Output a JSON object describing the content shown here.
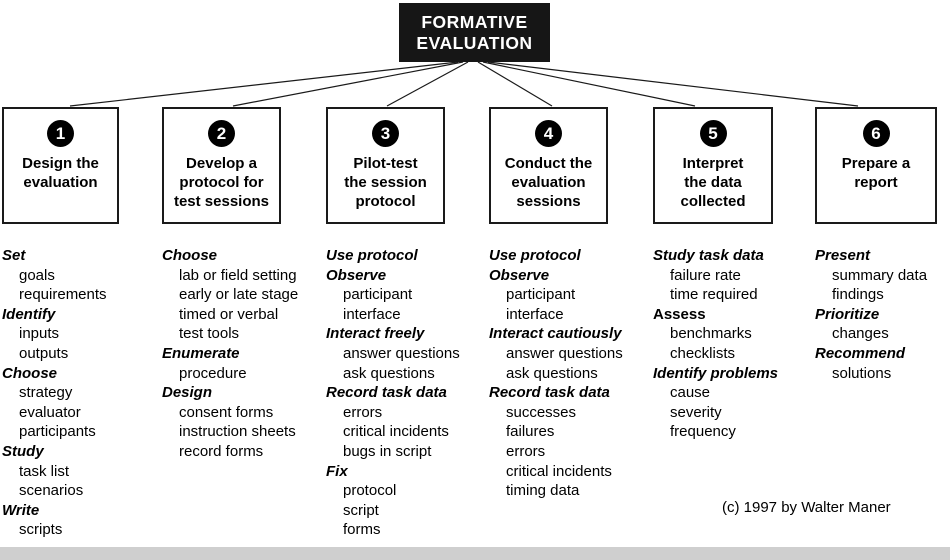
{
  "root": {
    "title": "FORMATIVE\nEVALUATION"
  },
  "steps": [
    {
      "number": "1",
      "title": "Design the\nevaluation",
      "items": [
        {
          "text": "Set",
          "level": "header",
          "italic": true
        },
        {
          "text": "goals",
          "level": "sub"
        },
        {
          "text": "requirements",
          "level": "sub"
        },
        {
          "text": "Identify",
          "level": "header",
          "italic": true
        },
        {
          "text": "inputs",
          "level": "sub"
        },
        {
          "text": "outputs",
          "level": "sub"
        },
        {
          "text": "Choose",
          "level": "header",
          "italic": true
        },
        {
          "text": "strategy",
          "level": "sub"
        },
        {
          "text": "evaluator",
          "level": "sub"
        },
        {
          "text": "participants",
          "level": "sub"
        },
        {
          "text": "Study",
          "level": "header",
          "italic": true
        },
        {
          "text": "task list",
          "level": "sub"
        },
        {
          "text": "scenarios",
          "level": "sub"
        },
        {
          "text": "Write",
          "level": "header",
          "italic": true
        },
        {
          "text": "scripts",
          "level": "sub"
        }
      ]
    },
    {
      "number": "2",
      "title": "Develop a\nprotocol for\ntest sessions",
      "items": [
        {
          "text": "Choose",
          "level": "header",
          "italic": true
        },
        {
          "text": "lab or field setting",
          "level": "sub"
        },
        {
          "text": "early or late stage",
          "level": "sub"
        },
        {
          "text": "timed or verbal",
          "level": "sub"
        },
        {
          "text": "test tools",
          "level": "sub"
        },
        {
          "text": "Enumerate",
          "level": "header",
          "italic": true
        },
        {
          "text": "procedure",
          "level": "sub"
        },
        {
          "text": "Design",
          "level": "header",
          "italic": true
        },
        {
          "text": "consent forms",
          "level": "sub"
        },
        {
          "text": "instruction sheets",
          "level": "sub"
        },
        {
          "text": "record forms",
          "level": "sub"
        }
      ]
    },
    {
      "number": "3",
      "title": "Pilot-test\nthe session\nprotocol",
      "items": [
        {
          "text": "Use protocol",
          "level": "header",
          "italic": true
        },
        {
          "text": "Observe",
          "level": "header",
          "italic": true
        },
        {
          "text": "participant",
          "level": "sub"
        },
        {
          "text": "interface",
          "level": "sub"
        },
        {
          "text": "Interact freely",
          "level": "header",
          "italic": true
        },
        {
          "text": "answer questions",
          "level": "sub"
        },
        {
          "text": "ask questions",
          "level": "sub"
        },
        {
          "text": "Record task data",
          "level": "header",
          "italic": true
        },
        {
          "text": "errors",
          "level": "sub"
        },
        {
          "text": "critical incidents",
          "level": "sub"
        },
        {
          "text": "bugs in script",
          "level": "sub"
        },
        {
          "text": "Fix",
          "level": "header",
          "italic": true
        },
        {
          "text": "protocol",
          "level": "sub"
        },
        {
          "text": "script",
          "level": "sub"
        },
        {
          "text": "forms",
          "level": "sub"
        }
      ]
    },
    {
      "number": "4",
      "title": "Conduct the\nevaluation\nsessions",
      "items": [
        {
          "text": "Use protocol",
          "level": "header",
          "italic": true
        },
        {
          "text": "Observe",
          "level": "header",
          "italic": true
        },
        {
          "text": "participant",
          "level": "sub"
        },
        {
          "text": "interface",
          "level": "sub"
        },
        {
          "text": "Interact cautiously",
          "level": "header",
          "italic": true
        },
        {
          "text": "answer questions",
          "level": "sub"
        },
        {
          "text": "ask questions",
          "level": "sub"
        },
        {
          "text": "Record task data",
          "level": "header",
          "italic": true
        },
        {
          "text": "successes",
          "level": "sub"
        },
        {
          "text": "failures",
          "level": "sub"
        },
        {
          "text": "errors",
          "level": "sub"
        },
        {
          "text": "critical incidents",
          "level": "sub"
        },
        {
          "text": "timing data",
          "level": "sub"
        }
      ]
    },
    {
      "number": "5",
      "title": "Interpret\nthe data\ncollected",
      "items": [
        {
          "text": "Study task data",
          "level": "header",
          "italic": true
        },
        {
          "text": "failure rate",
          "level": "sub"
        },
        {
          "text": "time required",
          "level": "sub"
        },
        {
          "text": "Assess",
          "level": "header",
          "italic": false
        },
        {
          "text": "benchmarks",
          "level": "sub"
        },
        {
          "text": "checklists",
          "level": "sub"
        },
        {
          "text": "Identify problems",
          "level": "header",
          "italic": true
        },
        {
          "text": "cause",
          "level": "sub"
        },
        {
          "text": "severity",
          "level": "sub"
        },
        {
          "text": "frequency",
          "level": "sub"
        }
      ]
    },
    {
      "number": "6",
      "title": "Prepare a\nreport",
      "items": [
        {
          "text": "Present",
          "level": "header",
          "italic": true
        },
        {
          "text": "summary data",
          "level": "sub"
        },
        {
          "text": "findings",
          "level": "sub"
        },
        {
          "text": "Prioritize",
          "level": "header",
          "italic": true
        },
        {
          "text": "changes",
          "level": "sub"
        },
        {
          "text": "Recommend",
          "level": "header",
          "italic": true
        },
        {
          "text": "solutions",
          "level": "sub"
        }
      ]
    }
  ],
  "footer": {
    "copyright": "(c) 1997 by Walter Maner"
  },
  "colors": {
    "root_bg": "#161616",
    "root_text": "#ffffff",
    "badge_bg": "#000000",
    "badge_text": "#ffffff",
    "box_border": "#1a1a1a",
    "connector_line": "#1a1a1a",
    "bottom_strip": "#cfcfcf"
  }
}
